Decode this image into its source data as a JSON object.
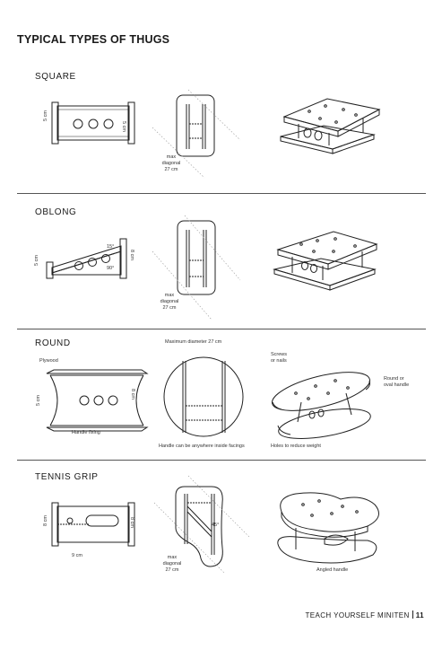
{
  "page": {
    "title": "TYPICAL TYPES OF THUGS"
  },
  "sections": {
    "square": {
      "title": "SQUARE",
      "dim_left": "5 cm",
      "dim_right": "5 cm",
      "max_line1": "max",
      "max_line2": "diagonal",
      "max_line3": "27 cm"
    },
    "oblong": {
      "title": "OBLONG",
      "dim_left": "5 cm",
      "dim_right": "8 cm",
      "angle1": "15°",
      "angle2": "90°",
      "max_line1": "max",
      "max_line2": "diagonal",
      "max_line3": "27 cm"
    },
    "round": {
      "title": "ROUND",
      "dim_left": "5 cm",
      "dim_right": "8 cm",
      "plywood": "Plywood",
      "handle_fixing": "Handle fixing",
      "max_diameter": "Maximum diameter 27 cm",
      "handle_anywhere": "Handle can be anywhere inside facings",
      "screws": "Screws",
      "or_nails": "or nails",
      "round_or": "Round or",
      "oval_handle": "oval handle",
      "holes": "Holes to reduce weight"
    },
    "tennis": {
      "title": "TENNIS GRIP",
      "dim_left": "8 cm",
      "dim_right": "8 cm",
      "dim_bottom": "9 cm",
      "angle": "45°",
      "max_line1": "max",
      "max_line2": "diagonal",
      "max_line3": "27 cm",
      "angled": "Angled handle"
    }
  },
  "footer": {
    "book": "TEACH YOURSELF MINITEN",
    "page_number": "11"
  }
}
